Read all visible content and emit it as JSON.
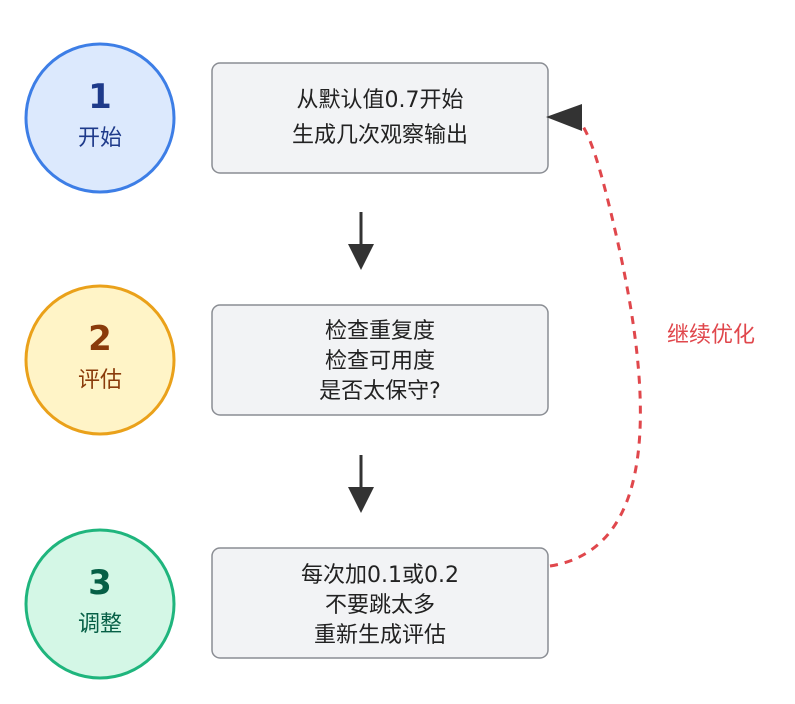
{
  "colors": {
    "background": "#ffffff",
    "box_fill": "#f2f3f5",
    "box_stroke": "#8a8d93",
    "arrow": "#333333",
    "loop": "#e0474c"
  },
  "steps": [
    {
      "number": "1",
      "name": "开始",
      "circle_fill": "#dce9fd",
      "circle_stroke": "#3d7ee6",
      "number_color": "#1e3a8a",
      "name_color": "#1e3a8a",
      "lines": [
        "从默认值0.7开始",
        "生成几次观察输出"
      ]
    },
    {
      "number": "2",
      "name": "评估",
      "circle_fill": "#fff4c7",
      "circle_stroke": "#eaa11a",
      "number_color": "#8a3b0b",
      "name_color": "#8a3b0b",
      "lines": [
        "检查重复度",
        "检查可用度",
        "是否太保守?"
      ]
    },
    {
      "number": "3",
      "name": "调整",
      "circle_fill": "#d4f7e6",
      "circle_stroke": "#1fb57d",
      "number_color": "#065f46",
      "name_color": "#065f46",
      "lines": [
        "每次加0.1或0.2",
        "不要跳太多",
        "重新生成评估"
      ]
    }
  ],
  "loop_label": "继续优化"
}
